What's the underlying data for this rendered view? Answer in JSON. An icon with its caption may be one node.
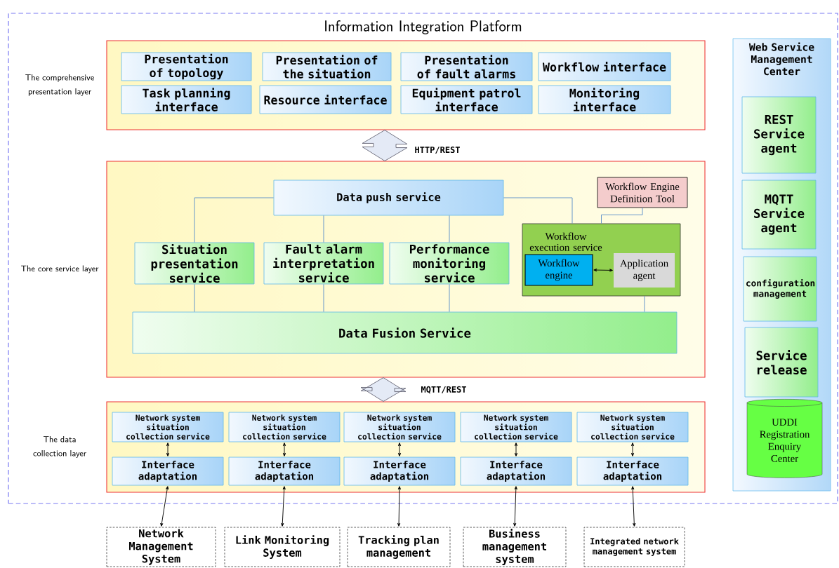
{
  "diagram": {
    "nodes": [
      {
        "text": [
          "Information Integration Platform"
        ]
      },
      {
        "text": [],
        "shape": "box",
        "beside": [
          "The comprehensive presentation layer"
        ],
        "in": 0
      },
      {
        "text": [
          "Presentation of topology"
        ],
        "in": 1
      },
      {
        "text": [
          "Presentation of the situation"
        ],
        "in": 1
      },
      {
        "text": [
          "Presentation of fault alarms"
        ],
        "in": 1
      },
      {
        "text": [
          "Workflow interface"
        ],
        "in": 1
      },
      {
        "text": [
          "Task planning interface"
        ],
        "in": 1
      },
      {
        "text": [
          "Resource interface"
        ],
        "in": 1
      },
      {
        "text": [
          "Equipment patrol interface"
        ],
        "in": 1
      },
      {
        "text": [
          "Monitoring interface"
        ],
        "in": 1
      },
      {
        "text": [],
        "shape": "box",
        "beside": [
          "The core service layer"
        ],
        "in": 0
      },
      {
        "text": [
          "Data push service"
        ],
        "in": 10
      },
      {
        "text": [
          "Workflow Engine Definition Tool"
        ],
        "in": 10
      },
      {
        "text": [
          "Situation presentation service"
        ],
        "in": 10
      },
      {
        "text": [
          "Fault alarm interpretation service"
        ],
        "in": 10
      },
      {
        "text": [
          "Performance monitoring service"
        ],
        "in": 10
      },
      {
        "text": [
          "Workflow execution service"
        ],
        "in": 10
      },
      {
        "text": [
          "Workflow engine"
        ],
        "in": 16
      },
      {
        "text": [
          "Application agent"
        ],
        "in": 16
      },
      {
        "text": [
          "Data Fusion Service"
        ],
        "in": 10
      },
      {
        "text": [],
        "shape": "box",
        "beside": [
          "The data collection layer"
        ],
        "in": 0
      },
      {
        "text": [
          "Network system situation collection service"
        ],
        "in": 20
      },
      {
        "text": [
          "Network system situation collection service"
        ],
        "in": 20
      },
      {
        "text": [
          "Network system situation collection service"
        ],
        "in": 20
      },
      {
        "text": [
          "Network system situation collection service"
        ],
        "in": 20
      },
      {
        "text": [
          "Network system situation collection service"
        ],
        "in": 20
      },
      {
        "text": [
          "Interface adaptation"
        ],
        "in": 20
      },
      {
        "text": [
          "Interface adaptation"
        ],
        "in": 20
      },
      {
        "text": [
          "Interface adaptation"
        ],
        "in": 20
      },
      {
        "text": [
          "Interface adaptation"
        ],
        "in": 20
      },
      {
        "text": [
          "Interface adaptation"
        ],
        "in": 20
      },
      {
        "text": [
          "Web Service Management Center"
        ],
        "in": 0
      },
      {
        "text": [
          "REST Service agent"
        ],
        "in": 31
      },
      {
        "text": [
          "MQTT Service agent"
        ],
        "in": 31
      },
      {
        "text": [
          "configuration management"
        ],
        "in": 31
      },
      {
        "text": [
          "Service release"
        ],
        "in": 31
      },
      {
        "text": [
          "UDDI Registration Enquiry Center"
        ],
        "in": 31
      },
      {
        "text": [
          "Network Management System"
        ]
      },
      {
        "text": [
          "Link Monitoring System"
        ]
      },
      {
        "text": [
          "Tracking plan management"
        ]
      },
      {
        "text": [
          "Business management system"
        ]
      },
      {
        "text": [
          "Integrated network management system"
        ]
      }
    ],
    "edges": [
      {
        "from": 1,
        "to": 10,
        "arrow": "both",
        "label": "HTTP/REST",
        "style": "thick"
      },
      {
        "from": 10,
        "to": 20,
        "arrow": "both",
        "label": "MQTT/REST",
        "style": "thick"
      },
      {
        "from": 11,
        "to": 13,
        "arrow": "none",
        "color": "#5b8fc9"
      },
      {
        "from": 11,
        "to": 14,
        "arrow": "none",
        "color": "#5b8fc9"
      },
      {
        "from": 11,
        "to": 15,
        "arrow": "none",
        "color": "#5b8fc9"
      },
      {
        "from": 11,
        "to": 16,
        "arrow": "none",
        "color": "#5b8fc9"
      },
      {
        "from": 12,
        "to": 16,
        "arrow": "none",
        "color": "#5b8fc9"
      },
      {
        "from": 13,
        "to": 19,
        "arrow": "none",
        "color": "#5b8fc9"
      },
      {
        "from": 14,
        "to": 19,
        "arrow": "none",
        "color": "#5b8fc9"
      },
      {
        "from": 15,
        "to": 19,
        "arrow": "none",
        "color": "#5b8fc9"
      },
      {
        "from": 16,
        "to": 19,
        "arrow": "none",
        "color": "#5b8fc9"
      },
      {
        "from": 17,
        "to": 18,
        "arrow": "both"
      },
      {
        "from": 21,
        "to": 26,
        "arrow": "both"
      },
      {
        "from": 22,
        "to": 27,
        "arrow": "both"
      },
      {
        "from": 23,
        "to": 28,
        "arrow": "both"
      },
      {
        "from": 24,
        "to": 29,
        "arrow": "both"
      },
      {
        "from": 25,
        "to": 30,
        "arrow": "both"
      },
      {
        "from": 26,
        "to": 37,
        "arrow": "both"
      },
      {
        "from": 27,
        "to": 38,
        "arrow": "both"
      },
      {
        "from": 28,
        "to": 39,
        "arrow": "both"
      },
      {
        "from": 29,
        "to": 40,
        "arrow": "both"
      },
      {
        "from": 30,
        "to": 41,
        "arrow": "both"
      }
    ]
  }
}
